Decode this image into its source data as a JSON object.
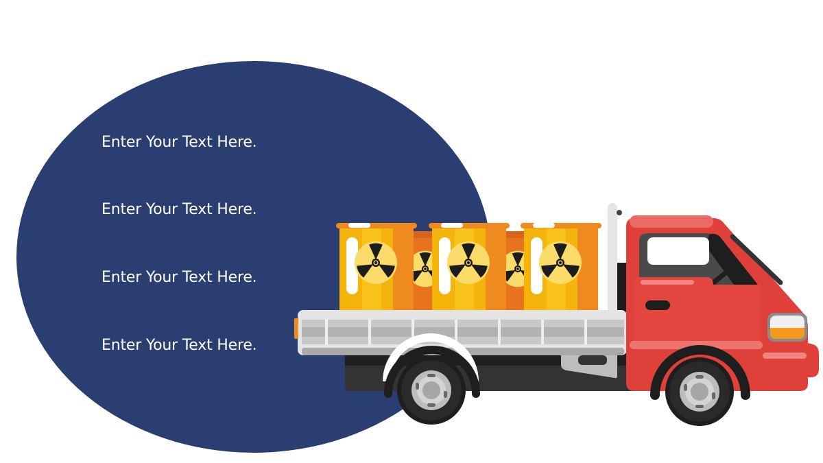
{
  "slide": {
    "background": "#ffffff",
    "blob_color": "#2b3e72",
    "text_items": [
      {
        "label": "Enter Your Text Here."
      },
      {
        "label": "Enter Your Text Here."
      },
      {
        "label": "Enter Your Text Here."
      },
      {
        "label": "Enter Your Text Here."
      }
    ]
  },
  "illustration": {
    "subject": "truck-carrying-radioactive-barrels",
    "icon": "radiation-hazard-icon",
    "barrel_count_front": 3,
    "barrel_count_back": 2,
    "colors": {
      "cab": "#e0403a",
      "barrel": "#f5b40b",
      "barrel_dark": "#ef8a1e",
      "bed": "#d8d8d8",
      "tire": "#1e1e1e"
    }
  }
}
